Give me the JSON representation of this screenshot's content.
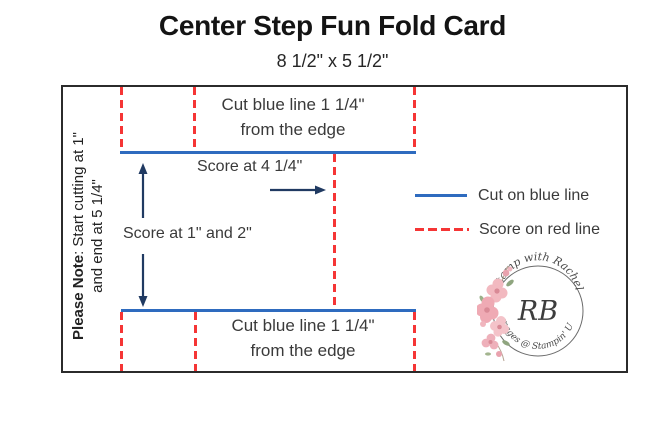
{
  "header": {
    "title": "Center Step Fun Fold Card",
    "subtitle": "8 1/2\" x 5 1/2\""
  },
  "note": {
    "bold": "Please Note",
    "line1_rest": ":  Start cutting at 1\"",
    "line2": "and end at 5 1/4\""
  },
  "annotations": {
    "cut_top_line1": "Cut blue line 1 1/4\"",
    "cut_top_line2": "from the edge",
    "cut_bottom_line1": "Cut blue line 1 1/4\"",
    "cut_bottom_line2": "from the edge",
    "score_center": "Score at 4 1/4\"",
    "score_sides": "Score at 1\" and 2\""
  },
  "legend": {
    "cut": "Cut on blue line",
    "score": "Score on red line"
  },
  "logo": {
    "arc_top": "Stamp with Rachel",
    "initials": "RB",
    "arc_bottom": "Images @ Stampin' Up!"
  },
  "colors": {
    "cut_line": "#2e6bbf",
    "score_line": "#f53535",
    "arrow": "#203a62",
    "text": "#3a3a3a",
    "title": "#141414",
    "border": "#2b2b2b"
  }
}
